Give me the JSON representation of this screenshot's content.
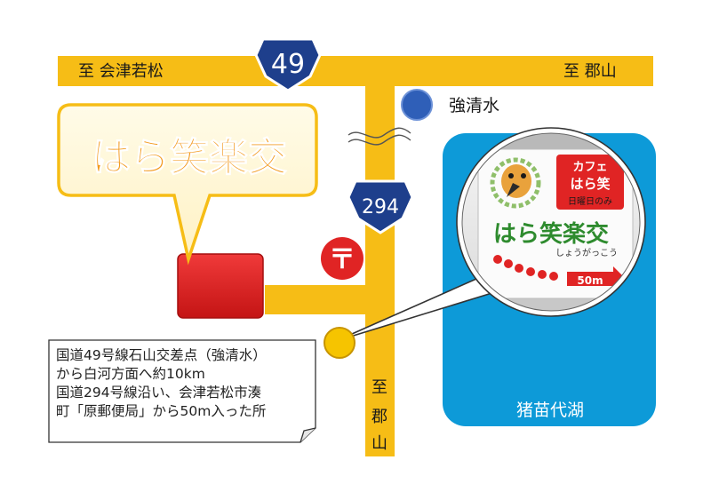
{
  "roads": {
    "route_top": "49",
    "route_side": "294",
    "to_aizu": "至 会津若松",
    "to_koriyama_top": "至 郡山",
    "to_koriyama_side": [
      "至",
      "郡",
      "山"
    ]
  },
  "landmarks": {
    "kiyomizu": "強清水",
    "lake": "猪苗代湖",
    "post_office_symbol": "〒"
  },
  "callout": {
    "title": "はら笑楽交"
  },
  "photo": {
    "cafe_line1": "カフェ",
    "cafe_line2": "はら笑",
    "cafe_line3": "日曜日のみ",
    "sign_title": "はら笑楽交",
    "sign_reading": "しょうがっこう",
    "sign_distance": "50m"
  },
  "directions": {
    "lines": [
      "国道49号線石山交差点（強清水）",
      "から白河方面へ約10km",
      "国道294号線沿い、会津若松市湊",
      "町「原郵便局」から50m入った所"
    ]
  },
  "colors": {
    "road": "#f6bd16",
    "route_sign": "#1e3f8c",
    "lake": "#0d9ad8",
    "destination": "#e52121",
    "kiyomizu_dot": "#2f5fb8",
    "title_orange": "#f39a1e",
    "sign_green": "#2e8b2e"
  }
}
